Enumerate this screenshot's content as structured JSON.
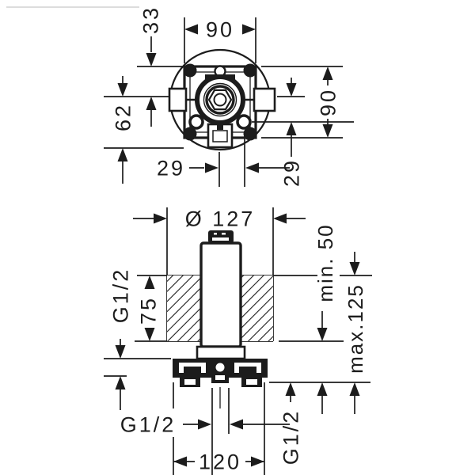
{
  "drawing": {
    "title_semantic": "installation dimensional drawing, concealed basic set",
    "colors": {
      "ink": "#1c1c1c",
      "background": "#ffffff"
    },
    "top_view": {
      "offset_top": "33",
      "width": "90",
      "left_height": "62",
      "right_height": "90",
      "hole_offset_bottom": "29",
      "hole_offset_right": "29"
    },
    "side_view": {
      "diameter": "Ø 127",
      "ceiling_thickness": "75",
      "min_depth": "min. 50",
      "max_depth": "max.125",
      "thread_left": "G1/2",
      "thread_bottom": "G1/2",
      "thread_right": "G1/2",
      "width": "120"
    }
  }
}
